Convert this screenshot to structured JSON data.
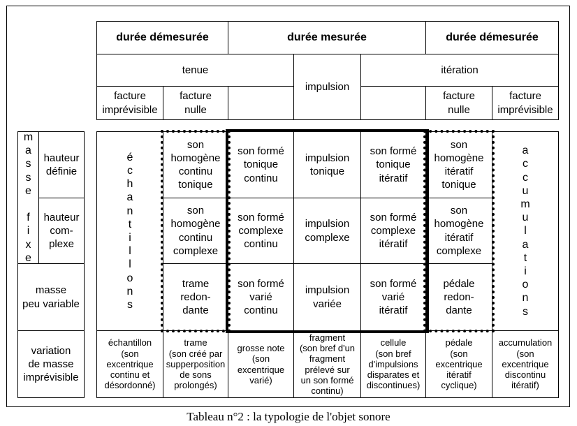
{
  "header": {
    "left_duration": "durée démesurée",
    "middle_duration": "durée mesurée",
    "right_duration": "durée démesurée",
    "tenue": "tenue",
    "impulsion": "impulsion",
    "iteration": "itération",
    "facture_imprevisible_left": "facture\nimprévisible",
    "facture_nulle_left": "facture\nnulle",
    "facture_nulle_right": "facture\nnulle",
    "facture_imprevisible_right": "facture\nimprévisible"
  },
  "rows": {
    "masse_fixe": "m\na\ns\ns\ne\n\nf\ni\nx\ne",
    "hauteur_definie": "hauteur\ndéfinie",
    "hauteur_complexe": "hauteur\ncom-\nplexe",
    "masse_peu_variable": "masse\npeu variable",
    "variation_masse": "variation\nde masse\nimprévisible"
  },
  "columns": {
    "echantillons": "é\nc\nh\na\nn\nt\ni\nl\nl\no\nn\ns",
    "accumulations": "a\nc\nc\nu\nm\nu\nl\na\nt\ni\no\nn\ns"
  },
  "cells": {
    "r1c2": "son\nhomogène\ncontinu\ntonique",
    "r1c3": "son formé\ntonique\ncontinu",
    "r1c4": "impulsion\ntonique",
    "r1c5": "son formé\ntonique\nitératif",
    "r1c6": "son\nhomogène\nitératif\ntonique",
    "r2c2": "son\nhomogène\ncontinu\ncomplexe",
    "r2c3": "son formé\ncomplexe\ncontinu",
    "r2c4": "impulsion\ncomplexe",
    "r2c5": "son formé\ncomplexe\nitératif",
    "r2c6": "son\nhomogène\nitératif\ncomplexe",
    "r3c2": "trame\nredon-\ndante",
    "r3c3": "son formé\nvarié\ncontinu",
    "r3c4": "impulsion\nvariée",
    "r3c5": "son formé\nvarié\nitératif",
    "r3c6": "pédale\nredon-\ndante"
  },
  "bottom": {
    "echantillon": "échantillon\n(son\nexcentrique\ncontinu et\ndésordonné)",
    "trame": "trame\n(son créé par\nsupperposition\nde sons\nprolongés)",
    "grosse_note": "grosse note\n(son\nexcentrique\nvarié)",
    "fragment": "fragment\n(son bref d'un\nfragment\nprélevé sur\nun son formé\ncontinu)",
    "cellule": "cellule\n(son bref\nd'impulsions\ndisparates et\ndiscontinues)",
    "pedale": "pédale\n(son\nexcentrique\nitératif\ncyclique)",
    "accumulation": "accumulation\n(son\nexcentrique\ndiscontinu\nitératif)"
  },
  "caption": "Tableau n°2 : la typologie de l'objet sonore"
}
